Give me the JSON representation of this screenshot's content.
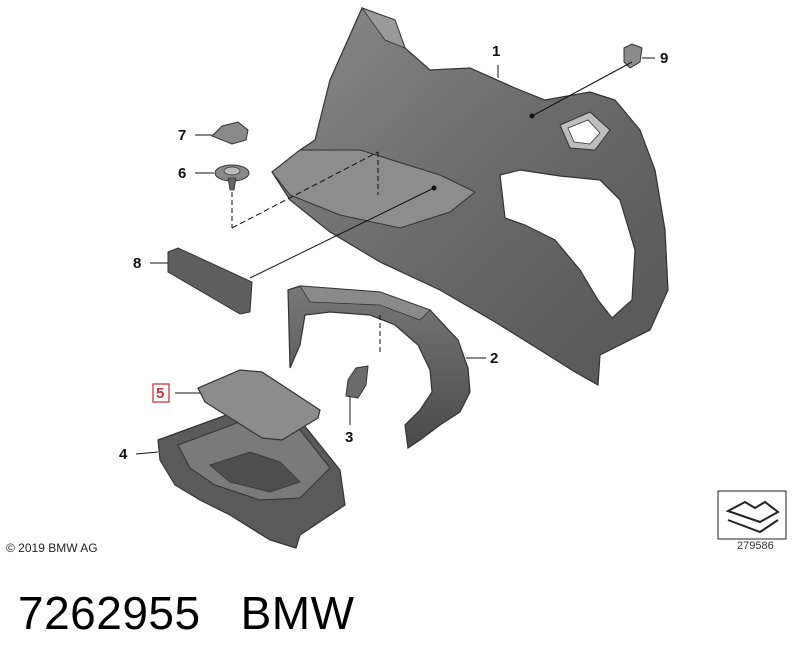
{
  "diagram": {
    "callouts": {
      "p1": "1",
      "p2": "2",
      "p3": "3",
      "p4": "4",
      "p5": "5",
      "p6": "6",
      "p7": "7",
      "p8": "8",
      "p9": "9"
    },
    "highlight_color": "#d0343a",
    "part_color": "#6e6e6e"
  },
  "footer": {
    "copyright": "© 2019 BMW AG",
    "reference": "279586"
  },
  "caption": {
    "part_number": "7262955",
    "brand": "BMW"
  }
}
